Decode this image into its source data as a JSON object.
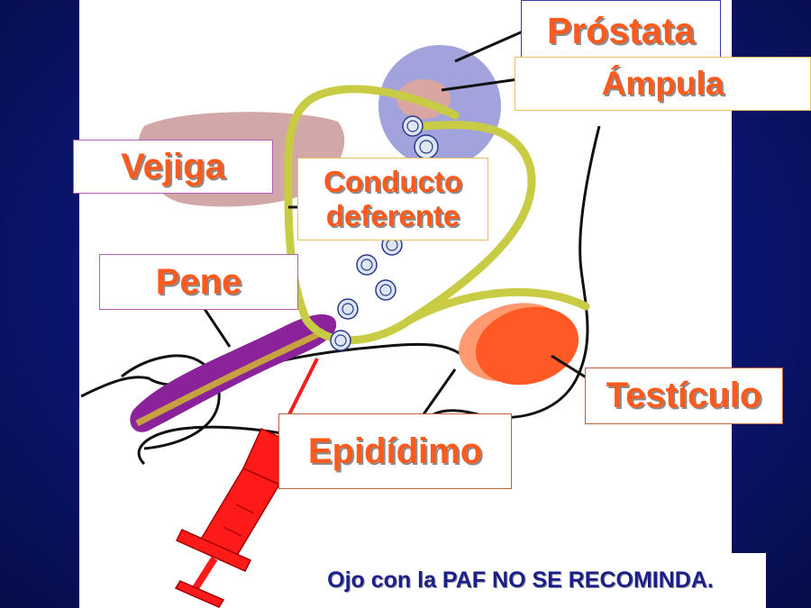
{
  "labels": {
    "prostata": "Próstata",
    "ampula": "Ámpula",
    "vejiga": "Vejiga",
    "conducto": [
      "Conducto",
      "deferente"
    ],
    "pene": "Pene",
    "testiculo": "Testículo",
    "epididimo": "Epidídimo"
  },
  "footer": "Ojo con la PAF NO SE RECOMINDA.",
  "colors": {
    "background": "#0b1570",
    "label_text": "#ff5a1e",
    "prostate": "#a2a2dc",
    "ampulla": "#d9a6a2",
    "bladder": "#c99898",
    "vas_deferens": "#c8cc44",
    "penis": "#8a239a",
    "testis": "#ff5a26",
    "syringe": "#ff1a1a",
    "footer_text": "#1a1f8a"
  },
  "icons": [
    "syringe-icon",
    "sperm-cell-icon"
  ]
}
